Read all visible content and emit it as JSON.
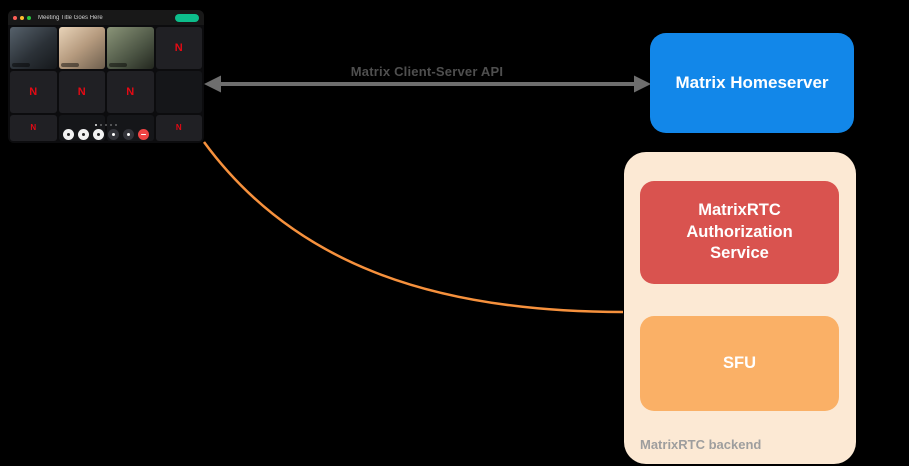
{
  "canvas": {
    "bg": "#000000"
  },
  "call_window": {
    "title": "Meeting Title Goes Here",
    "avatar_letter": "N"
  },
  "api_arrow": {
    "label": "Matrix Client-Server API",
    "color": "#6e6e6e",
    "label_color": "#4f4f4f"
  },
  "homeserver": {
    "label": "Matrix Homeserver",
    "bg": "#1287e9",
    "text_color": "#ffffff"
  },
  "backend": {
    "label": "MatrixRTC backend",
    "label_color": "#9e9e9e",
    "bg": "#fce9d4",
    "auth": {
      "label": "MatrixRTC Authorization Service",
      "bg": "#d9534f"
    },
    "sfu": {
      "label": "SFU",
      "bg": "#fab066"
    }
  },
  "sfu_link": {
    "color": "#f6913d"
  }
}
